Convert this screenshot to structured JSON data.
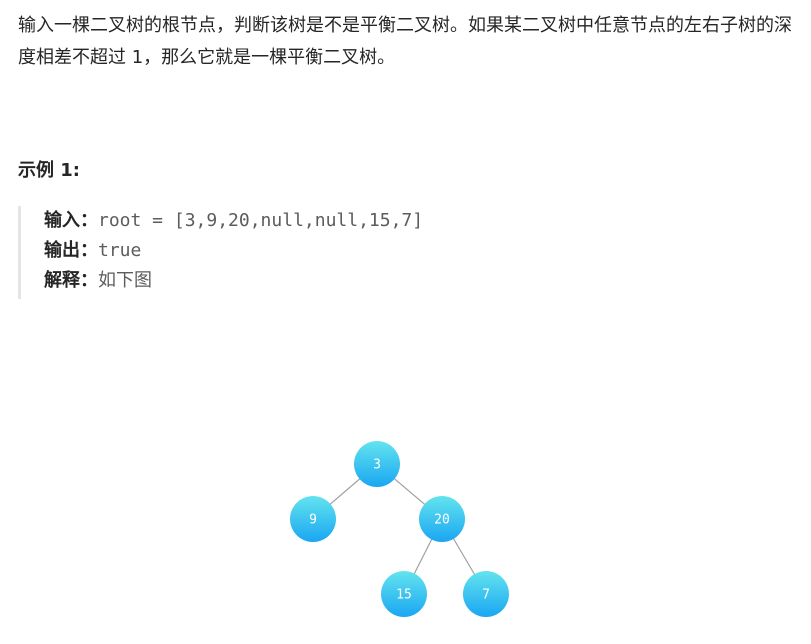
{
  "description": "输入一棵二叉树的根节点，判断该树是不是平衡二叉树。如果某二叉树中任意节点的左右子树的深度相差不超过 1，那么它就是一棵平衡二叉树。",
  "example": {
    "title": "示例 1:",
    "input_label": "输入：",
    "input_value": "root = [3,9,20,null,null,15,7]",
    "output_label": "输出：",
    "output_value": "true",
    "explain_label": "解释：",
    "explain_value": "如下图"
  },
  "tree": {
    "nodes": [
      {
        "id": "n3",
        "label": "3",
        "parent": null
      },
      {
        "id": "n9",
        "label": "9",
        "parent": "n3"
      },
      {
        "id": "n20",
        "label": "20",
        "parent": "n3"
      },
      {
        "id": "n15",
        "label": "15",
        "parent": "n20"
      },
      {
        "id": "n7",
        "label": "7",
        "parent": "n20"
      }
    ],
    "colors": {
      "node_top": "#63e4ee",
      "node_bottom": "#1aa6f2",
      "edge": "#a0a0a0"
    }
  }
}
